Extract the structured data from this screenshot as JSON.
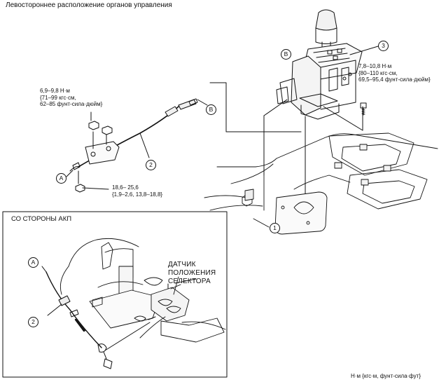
{
  "title": "Левостороннее расположение органов управления",
  "torque_1": [
    "6,9–9,8 Н·м",
    "{71–99 кгс·см,",
    "62–85 фунт-сила·дюйм}"
  ],
  "torque_2": [
    "7,8–10,8 Н·м",
    "{80–110 кгс·см,",
    "69,5–95,4 фунт-сила·дюйм}"
  ],
  "torque_3": [
    "18,6– 25,6",
    "{1,9–2,6, 13,8–18,8}"
  ],
  "section_title": "СО СТОРОНЫ АКП",
  "sensor_label": [
    "ДАТЧИК",
    "ПОЛОЖЕНИЯ",
    "СЕЛЕКТОРА"
  ],
  "units_note": "Н·м {кгс·м, фунт-сила·фут}",
  "callouts": {
    "A": "A",
    "B": "B",
    "n1": "1",
    "n2": "2",
    "n3": "3"
  }
}
